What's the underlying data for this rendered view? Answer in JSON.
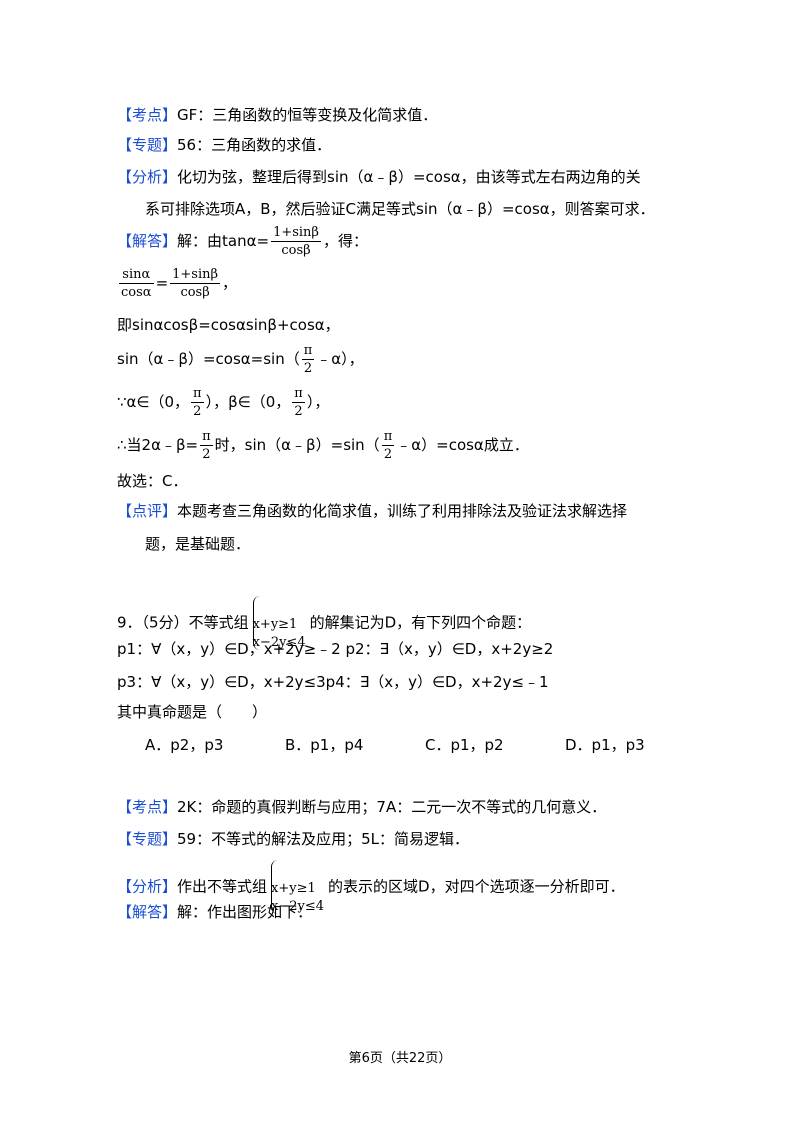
{
  "q8": {
    "kaodian": {
      "tag": "【考点】",
      "text": "GF：三角函数的恒等变换及化简求值．"
    },
    "zhuanti": {
      "tag": "【专题】",
      "text": "56：三角函数的求值．"
    },
    "fenxi": {
      "tag": "【分析】",
      "line1": "化切为弦，整理后得到sin（α﹣β）=cosα，由该等式左右两边角的关",
      "line2": "系可排除选项A，B，然后验证C满足等式sin（α﹣β）=cosα，则答案可求．"
    },
    "jieda": {
      "tag": "【解答】",
      "text_pre": "解：由tanα=",
      "frac_num": "1+sinβ",
      "frac_den": "cosβ",
      "text_post": "，得："
    },
    "step1": {
      "l_num": "sinα",
      "l_den": "cosα",
      "eq": "=",
      "r_num": "1+sinβ",
      "r_den": "cosβ",
      "tail": "，"
    },
    "step2": "即sinαcosβ=cosαsinβ+cosα，",
    "step3": {
      "pre": "sin（α﹣β）=cosα=sin（",
      "pi": "π",
      "two": "2",
      "post": "﹣α），"
    },
    "step4": {
      "pre": "∵α∈（0，",
      "pi": "π",
      "two": "2",
      "mid": "），β∈（0，",
      "post": "），"
    },
    "step5": {
      "pre": "∴当2α﹣β=",
      "pi": "π",
      "two": "2",
      "mid": "时，sin（α﹣β）=sin（",
      "post": "﹣α）=cosα成立．"
    },
    "answer": "故选：C．",
    "dianping": {
      "tag": "【点评】",
      "line1": "本题考查三角函数的化简求值，训练了利用排除法及验证法求解选择",
      "line2": "题，是基础题．"
    }
  },
  "q9": {
    "stem_pre": "9．（5分）不等式组",
    "sys_line1": "x+y≥1",
    "sys_line2": "x−2y≤4",
    "stem_post": "的解集记为D，有下列四个命题：",
    "p_line1": "p1：∀（x，y）∈D，x+2y≥﹣2 p2：∃（x，y）∈D，x+2y≥2",
    "p_line2": "p3：∀（x，y）∈D，x+2y≤3p4：∃（x，y）∈D，x+2y≤﹣1",
    "question": "其中真命题是（　　）",
    "options": [
      "A．p2，p3",
      "B．p1，p4",
      "C．p1，p2",
      "D．p1，p3"
    ],
    "kaodian": {
      "tag": "【考点】",
      "text": "2K：命题的真假判断与应用；7A：二元一次不等式的几何意义．"
    },
    "zhuanti": {
      "tag": "【专题】",
      "text": "59：不等式的解法及应用；5L：简易逻辑．"
    },
    "fenxi": {
      "tag": "【分析】",
      "pre": "作出不等式组",
      "post": "的表示的区域D，对四个选项逐一分析即可．"
    },
    "jieda": {
      "tag": "【解答】",
      "text": "解：作出图形如下："
    }
  },
  "footer": "第6页（共22页）"
}
